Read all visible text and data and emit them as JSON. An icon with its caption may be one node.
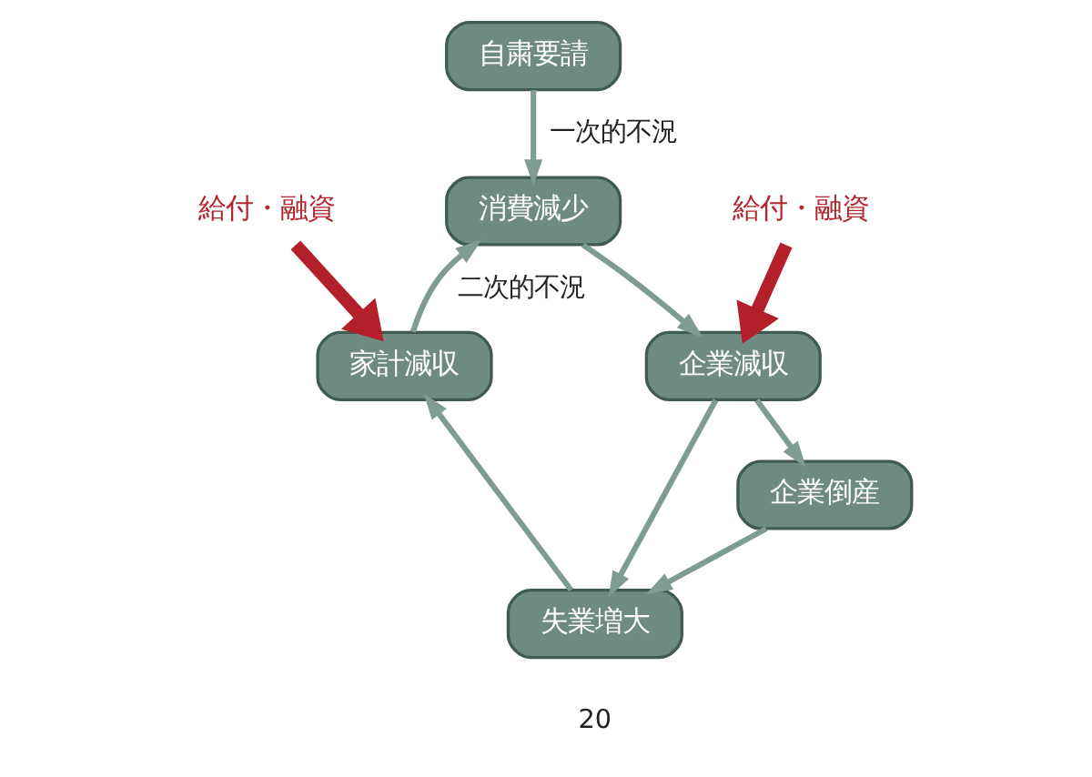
{
  "diagram": {
    "nodes": [
      {
        "text": [
          "自粛要請"
        ]
      },
      {
        "text": [
          "消費減少"
        ]
      },
      {
        "text": [
          "給付・融資"
        ]
      },
      {
        "text": [
          "給付・融資"
        ]
      },
      {
        "text": [
          "家計減収"
        ]
      },
      {
        "text": [
          "企業減収"
        ]
      },
      {
        "text": [
          "企業倒産"
        ]
      },
      {
        "text": [
          "失業増大"
        ]
      }
    ],
    "edges": [
      {
        "from": 0,
        "to": 1,
        "arrow": "to",
        "label": "一次的不況"
      },
      {
        "from": 4,
        "to": 1,
        "arrow": "to",
        "label": "二次的不況"
      },
      {
        "from": 1,
        "to": 5,
        "arrow": "to"
      },
      {
        "from": 2,
        "to": 4,
        "arrow": "to",
        "style": "thick",
        "color": "#b3202c"
      },
      {
        "from": 3,
        "to": 5,
        "arrow": "to",
        "style": "thick",
        "color": "#b3202c"
      },
      {
        "from": 5,
        "to": 6,
        "arrow": "to"
      },
      {
        "from": 5,
        "to": 7,
        "arrow": "to"
      },
      {
        "from": 6,
        "to": 7,
        "arrow": "to"
      },
      {
        "from": 7,
        "to": 4,
        "arrow": "to"
      }
    ],
    "labels": [
      "20"
    ]
  }
}
